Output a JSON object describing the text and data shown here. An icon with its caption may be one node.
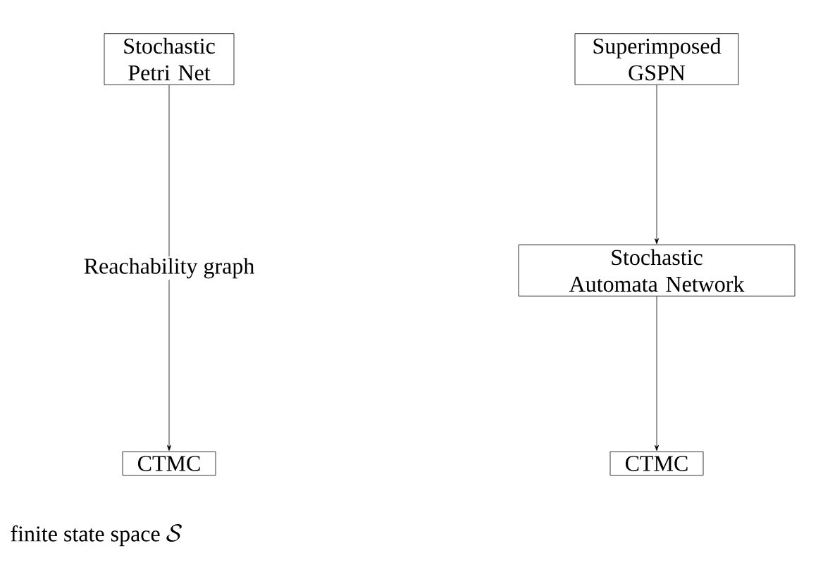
{
  "diagram": {
    "nodes": [
      {
        "text": [
          "Stochastic Petri Net"
        ]
      },
      {
        "text": [
          "CTMC"
        ],
        "beside": [
          "finite state space",
          "\\mathcal{S}"
        ]
      },
      {
        "text": [
          "Superimposed GSPN"
        ]
      },
      {
        "text": [
          "Stochastic Automata Network"
        ]
      },
      {
        "text": [
          "CTMC"
        ]
      }
    ],
    "edges": [
      {
        "from": 0,
        "to": 1,
        "arrow": "to",
        "label": "Reachability graph"
      },
      {
        "from": 2,
        "to": 3,
        "arrow": "to"
      },
      {
        "from": 3,
        "to": 4,
        "arrow": "to"
      }
    ]
  }
}
